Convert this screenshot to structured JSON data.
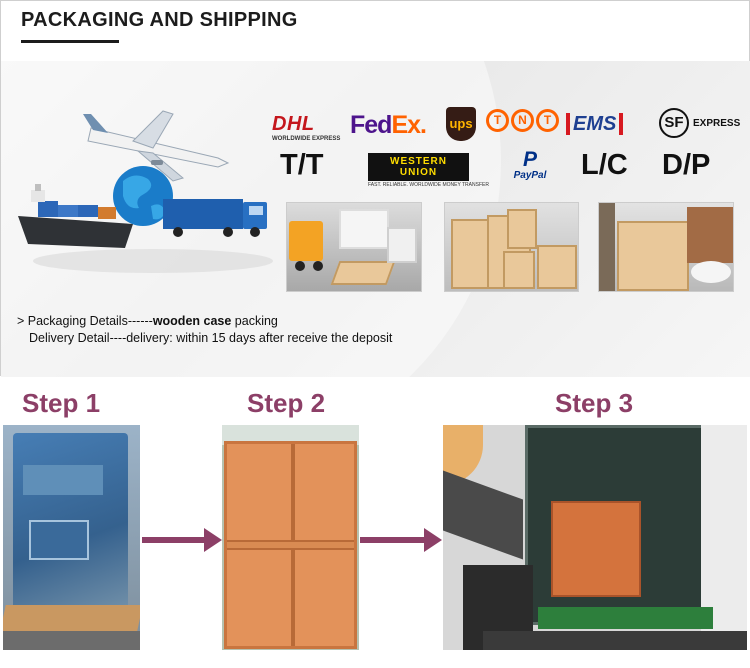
{
  "section": {
    "title": "PACKAGING AND SHIPPING"
  },
  "banner": {
    "logos": {
      "dhl": "DHL",
      "dhl_sub": "WORLDWIDE EXPRESS",
      "fedex_fed": "Fed",
      "fedex_ex": "Ex.",
      "ups": "ups",
      "tnt": [
        "T",
        "N",
        "T"
      ],
      "ems": "EMS",
      "sf": "SF",
      "sf_express": "EXPRESS",
      "tt": "T/T",
      "wu_line1": "WESTERN",
      "wu_line2": "UNION",
      "wu_sub": "FAST. RELIABLE. WORLDWIDE MONEY TRANSFER",
      "paypal_mark": "P",
      "paypal": "PayPal",
      "lc": "L/C",
      "dp": "D/P"
    },
    "details": {
      "line1_prefix": "> Packaging Details------",
      "line1_bold": "wooden case",
      "line1_suffix": " packing",
      "line2": "Delivery Detail----delivery: within 15 days after receive the deposit"
    }
  },
  "steps": [
    {
      "label": "Step 1"
    },
    {
      "label": "Step 2"
    },
    {
      "label": "Step 3"
    }
  ],
  "colors": {
    "step_title": "#8c3f67",
    "arrow": "#8c3f67"
  }
}
